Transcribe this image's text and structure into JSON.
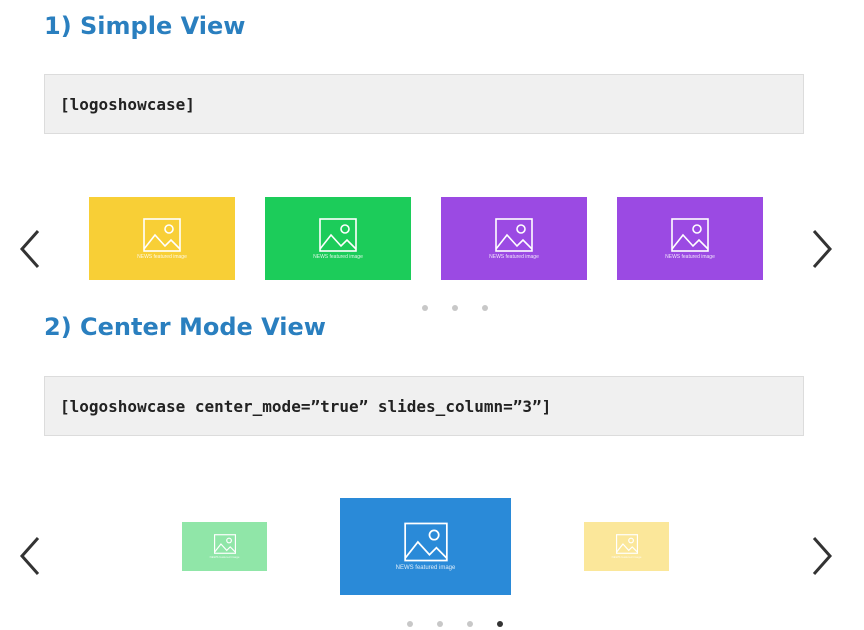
{
  "sections": [
    {
      "title": "1) Simple View",
      "shortcode": "[logoshowcase]",
      "slides": [
        {
          "caption": "NEWS featured image",
          "color": "#f8cf36"
        },
        {
          "caption": "NEWS featured image",
          "color": "#1ccc5a"
        },
        {
          "caption": "NEWS featured image",
          "color": "#9b4ae3"
        },
        {
          "caption": "NEWS featured image",
          "color": "#9b4ae3"
        }
      ],
      "dots": [
        {
          "active": false
        },
        {
          "active": false
        },
        {
          "active": false
        }
      ]
    },
    {
      "title": "2) Center Mode View",
      "shortcode": "[logoshowcase center_mode=”true” slides_column=”3”]",
      "slides": [
        {
          "caption": "NEWS featured image",
          "color": "#90e6a8"
        },
        {
          "caption": "NEWS featured image",
          "color": "#2a8ad8"
        },
        {
          "caption": "NEWS featured image",
          "color": "#fbe79a"
        }
      ],
      "dots": [
        {
          "active": false
        },
        {
          "active": false
        },
        {
          "active": false
        },
        {
          "active": true
        }
      ]
    }
  ],
  "icons": {
    "prev": "chevron-left-icon",
    "next": "chevron-right-icon",
    "placeholder": "image-placeholder-icon"
  },
  "colors": {
    "title": "#2a7fbf",
    "code_bg": "#f0f0f0",
    "arrow": "#333333",
    "dot": "#c8c8c8",
    "dot_active": "#333333"
  }
}
